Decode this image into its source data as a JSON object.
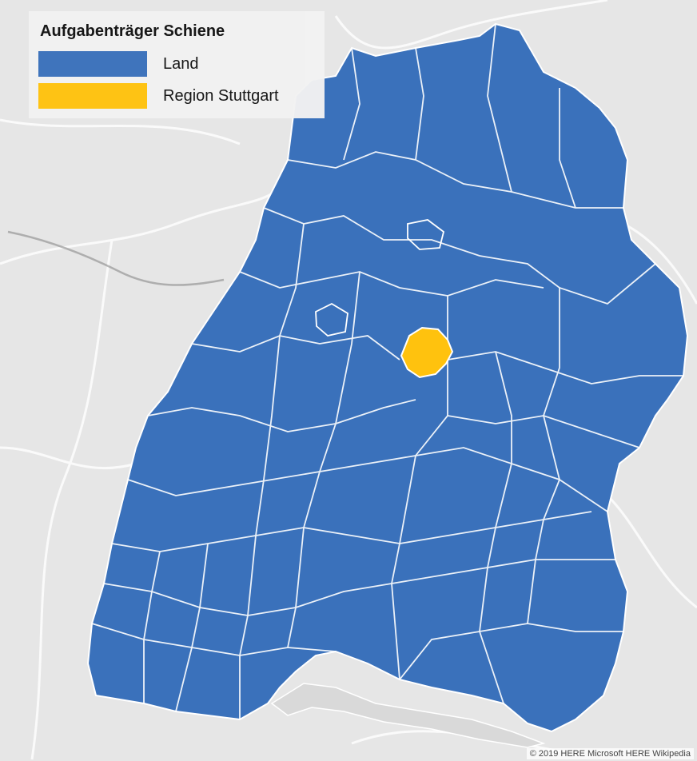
{
  "legend": {
    "title": "Aufgabenträger Schiene",
    "items": [
      {
        "label": "Land",
        "color": "#3a71bb"
      },
      {
        "label": "Region Stuttgart",
        "color": "#ffc20e"
      }
    ]
  },
  "colors": {
    "background": "#e6e6e6",
    "land_fill": "#3a71bb",
    "region_fill": "#ffc20e",
    "borders": "#ffffff",
    "lake": "#d9d9d9"
  },
  "attribution": "© 2019 HERE  Microsoft  HERE  Wikipedia"
}
